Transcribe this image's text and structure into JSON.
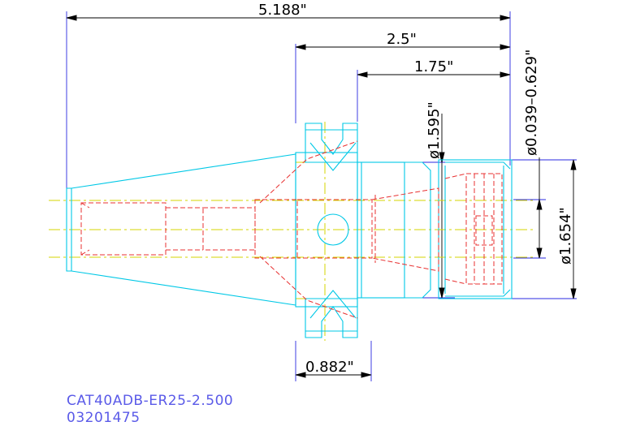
{
  "dimensions": {
    "overall_length": "5.188\"",
    "gauge_to_end": "2.5\"",
    "flange_to_end": "1.75\"",
    "collet_nut_dia": "ø1.595\"",
    "clamp_range": "ø0.039–0.629\"",
    "nut_outer_dia": "ø1.654\"",
    "flange_width": "0.882\""
  },
  "caption": {
    "part_name": "CAT40ADB-ER25-2.500",
    "part_number": "03201475"
  },
  "colors": {
    "outline": "#00c8e6",
    "hidden": "#e83030",
    "centerline": "#d6d600",
    "dimension": "#000000",
    "extension": "#2a2ae0",
    "caption": "#5a5ae8"
  }
}
